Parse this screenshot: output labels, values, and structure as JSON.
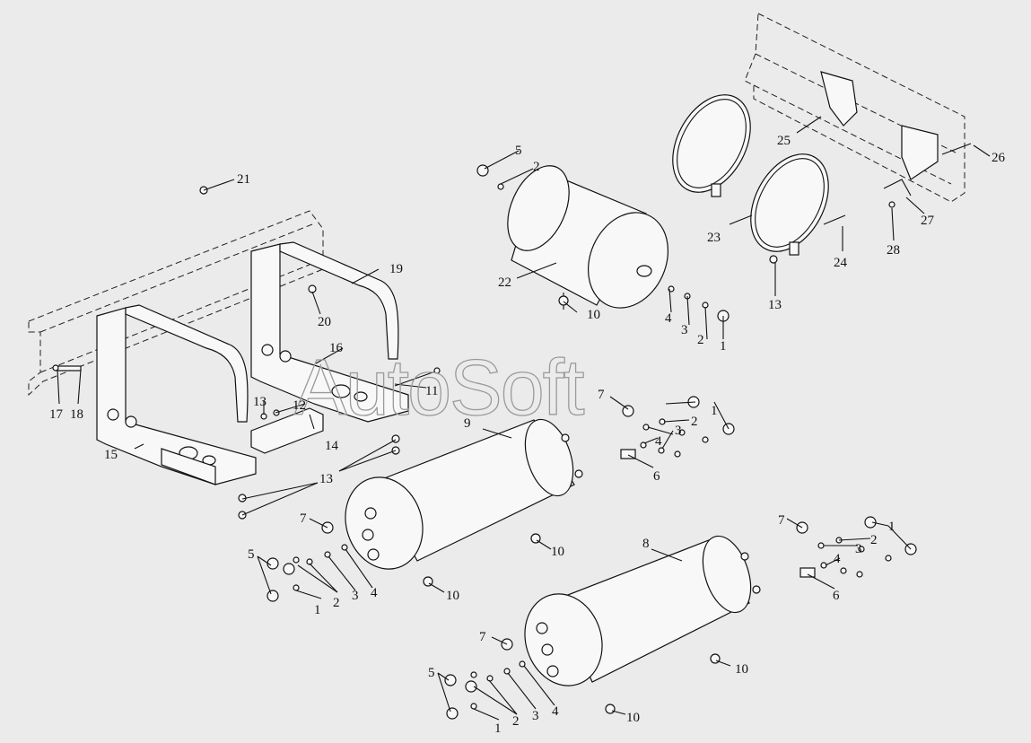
{
  "watermark": "AutoSoft",
  "labels": [
    "1",
    "2",
    "3",
    "4",
    "5",
    "6",
    "7",
    "8",
    "9",
    "10",
    "11",
    "12",
    "13",
    "14",
    "15",
    "16",
    "17",
    "18",
    "19",
    "20",
    "21",
    "22",
    "23",
    "24",
    "25",
    "26",
    "27",
    "28"
  ]
}
